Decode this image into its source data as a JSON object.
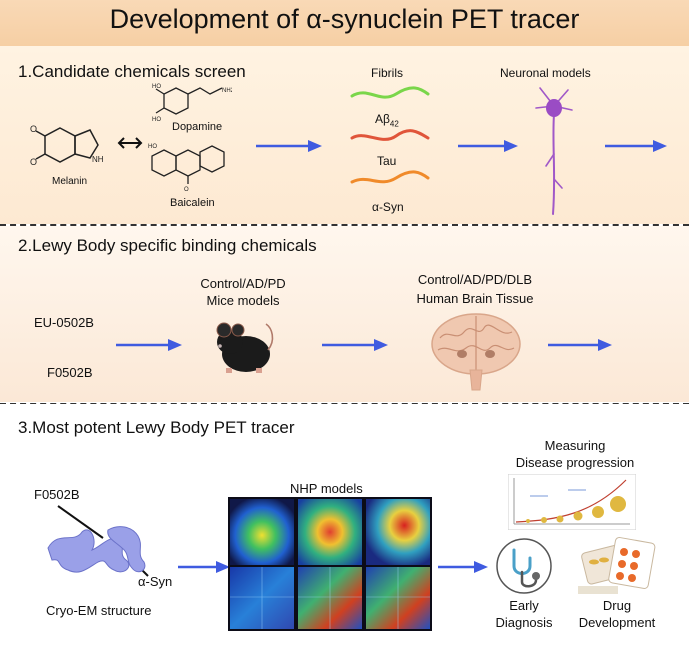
{
  "title": "Development of α-synuclein PET tracer",
  "section1": {
    "heading": "1.Candidate chemicals screen",
    "melanin": "Melanin",
    "dopamine": "Dopamine",
    "baicalein": "Baicalein",
    "fibrils": "Fibrils",
    "abeta_base": "Aβ",
    "abeta_sub": "42",
    "tau": "Tau",
    "asyn": "α-Syn",
    "neuronal": "Neuronal models"
  },
  "section2": {
    "heading": "2.Lewy Body specific binding chemicals",
    "compound1": "EU-0502B",
    "compound2": "F0502B",
    "mice_line1": "Control/AD/PD",
    "mice_line2": "Mice models",
    "human_line1": "Control/AD/PD/DLB",
    "human_line2": "Human Brain Tissue"
  },
  "section3": {
    "heading": "3.Most potent Lewy Body PET tracer",
    "compound": "F0502B",
    "asyn_label": "α-Syn",
    "cryo": "Cryo-EM structure",
    "nhp": "NHP models",
    "measuring_line1": "Measuring",
    "measuring_line2": "Disease progression",
    "early_line1": "Early",
    "early_line2": "Diagnosis",
    "drug_line1": "Drug",
    "drug_line2": "Development"
  },
  "colors": {
    "arrow": "#3f5be0",
    "fibril_green": "#7ad64a",
    "fibril_red": "#e0553a",
    "fibril_orange": "#f08a2a"
  }
}
